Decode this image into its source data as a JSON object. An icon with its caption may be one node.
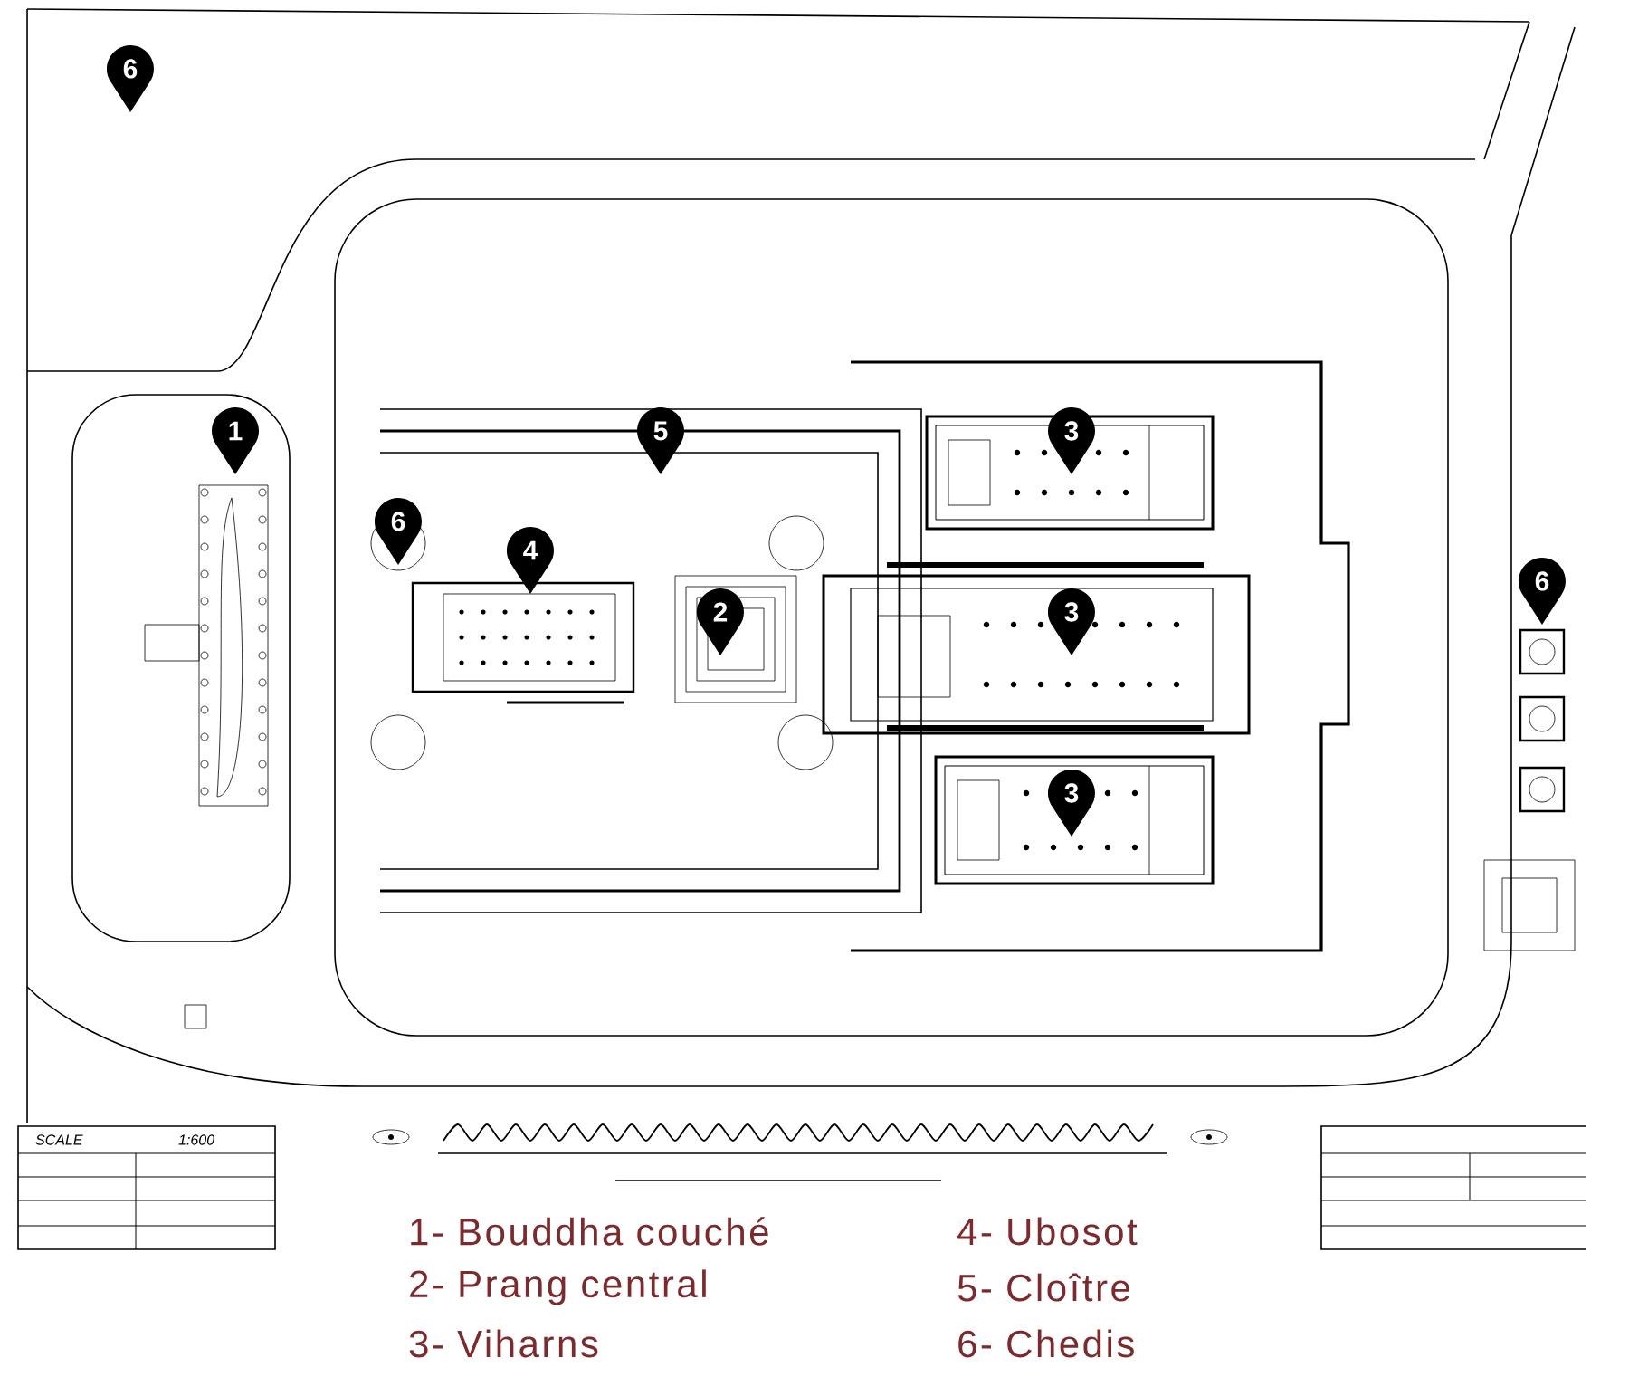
{
  "diagram": {
    "labels": [
      "6",
      "1",
      "5",
      "3",
      "6",
      "4",
      "6",
      "2",
      "3",
      "3",
      "SCALE",
      "1:600",
      "1- Bouddha couché",
      "4- Ubosot",
      "2- Prang central",
      "5- Cloître",
      "3- Viharns",
      "6- Chedis"
    ]
  }
}
